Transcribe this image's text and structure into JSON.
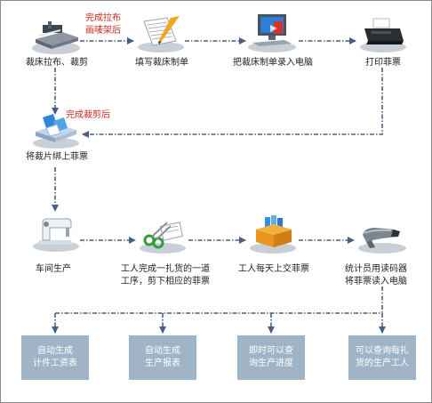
{
  "steps": [
    {
      "label": "裁床拉布、裁剪",
      "icon": "cutting-machine-icon"
    },
    {
      "label": "填写裁床制单",
      "icon": "form-writing-icon"
    },
    {
      "label": "把裁床制单录入电脑",
      "icon": "computer-entry-icon"
    },
    {
      "label": "打印菲票",
      "icon": "printer-icon"
    },
    {
      "label": "将裁片绑上菲票",
      "icon": "bundle-tickets-icon"
    },
    {
      "label": "车间生产",
      "icon": "sewing-machine-icon"
    },
    {
      "label_line1": "工人完成一扎货的一道",
      "label_line2": "工序，剪下相应的菲票",
      "icon": "scissors-icon"
    },
    {
      "label": "工人每天上交菲票",
      "icon": "ticket-box-icon"
    },
    {
      "label_line1": "统计员用读码器",
      "label_line2": "将菲票读入电脑",
      "icon": "barcode-scanner-icon"
    }
  ],
  "notes": {
    "after_spreading_line1": "完成拉布",
    "after_spreading_line2": "画唛架后",
    "after_cutting": "完成裁剪后"
  },
  "outputs": [
    {
      "line1": "自动生成",
      "line2": "计件工资表"
    },
    {
      "line1": "自动生成",
      "line2": "生产报表"
    },
    {
      "line1": "即时可以查",
      "line2": "询生产进度"
    },
    {
      "line1": "可以查询每扎",
      "line2": "货的生产工人"
    }
  ],
  "colors": {
    "arrow": "#4a5f7e",
    "note": "#cc2a1f",
    "output_box": "#9fb5c7"
  }
}
